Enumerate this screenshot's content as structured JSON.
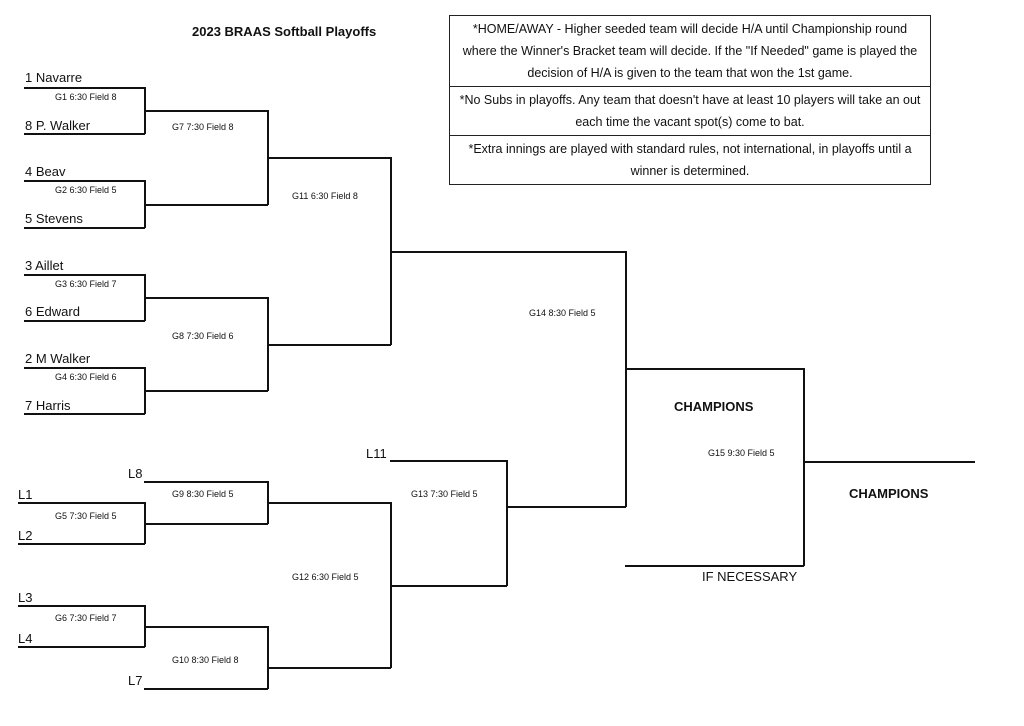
{
  "title": "2023 BRAAS Softball Playoffs",
  "notes": [
    "*HOME/AWAY - Higher seeded team will decide H/A until Championship round where the Winner's Bracket team will decide. If the \"If Needed\" game is played the decision of H/A is given to the team that won the 1st game.",
    "*No Subs in playoffs. Any team that doesn't have at least 10 players will take an out each time the vacant spot(s) come to bat.",
    "*Extra innings are played with standard rules, not international, in playoffs until a winner is determined."
  ],
  "teams": {
    "t1": "1 Navarre",
    "t8": "8 P. Walker",
    "t4": "4 Beav",
    "t5": "5 Stevens",
    "t3": "3 Aillet",
    "t6": "6 Edward",
    "t2": "2 M Walker",
    "t7": "7 Harris"
  },
  "games": {
    "g1": "G1 6:30 Field 8",
    "g2": "G2 6:30 Field 5",
    "g3": "G3 6:30 Field 7",
    "g4": "G4 6:30 Field 6",
    "g5": "G5 7:30 Field 5",
    "g6": "G6 7:30 Field 7",
    "g7": "G7 7:30 Field 8",
    "g8": "G8 7:30 Field 6",
    "g9": "G9 8:30 Field 5",
    "g10": "G10 8:30 Field 8",
    "g11": "G11 6:30 Field 8",
    "g12": "G12 6:30 Field 5",
    "g13": "G13 7:30 Field 5",
    "g14": "G14 8:30 Field 5",
    "g15": "G15 9:30 Field 5"
  },
  "losers": {
    "l8": "L8",
    "l1": "L1",
    "l2": "L2",
    "l3": "L3",
    "l4": "L4",
    "l7": "L7",
    "l11": "L11"
  },
  "champions_upper": "CHAMPIONS",
  "champions_final": "CHAMPIONS",
  "if_necessary": "IF NECESSARY"
}
